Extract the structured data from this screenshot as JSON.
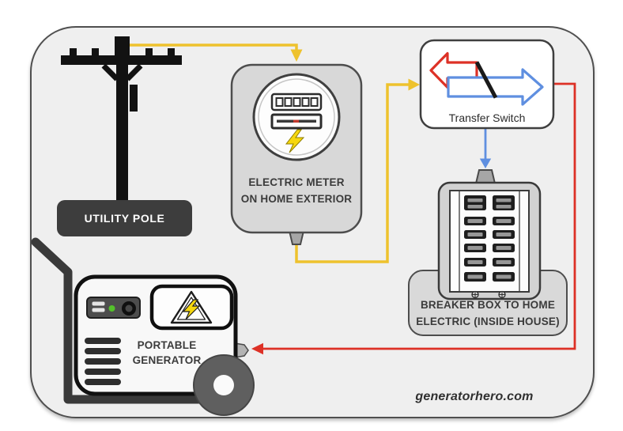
{
  "watermark": "generatorhero.com",
  "nodes": {
    "utility_pole": {
      "label": "UTILITY POLE"
    },
    "electric_meter": {
      "label_line1": "ELECTRIC METER",
      "label_line2": "ON HOME EXTERIOR"
    },
    "transfer_switch": {
      "label": "Transfer Switch"
    },
    "breaker_box": {
      "label_line1": "BREAKER BOX TO HOME",
      "label_line2": "ELECTRIC (INSIDE HOUSE)"
    },
    "portable_generator": {
      "label_line1": "PORTABLE",
      "label_line2": "GENERATOR"
    }
  },
  "connections": [
    {
      "from": "utility-pole",
      "to": "electric-meter",
      "color": "#eec22d"
    },
    {
      "from": "electric-meter",
      "to": "transfer-switch",
      "color": "#eec22d"
    },
    {
      "from": "transfer-switch",
      "to": "breaker-box",
      "color": "#5f8fe0"
    },
    {
      "from": "transfer-switch",
      "to": "portable-generator",
      "color": "#dd3126"
    }
  ],
  "colors": {
    "frame-bg": "#efefef",
    "frame-border": "#4f4f4f",
    "wire-yellow": "#eec22d",
    "wire-red": "#dd3126",
    "wire-blue": "#5f8fe0",
    "node-fill": "#d8d8d8",
    "node-border": "#4d4d4d",
    "label-dark-bg": "#3d3d3d",
    "text-dark": "#3b3b3b",
    "bolt-yellow": "#f6d70e",
    "handle-gray": "#3a3a3a",
    "wheel-gray": "#5f5f5f",
    "pole-black": "#121212",
    "switch-bg": "#ffffff"
  }
}
